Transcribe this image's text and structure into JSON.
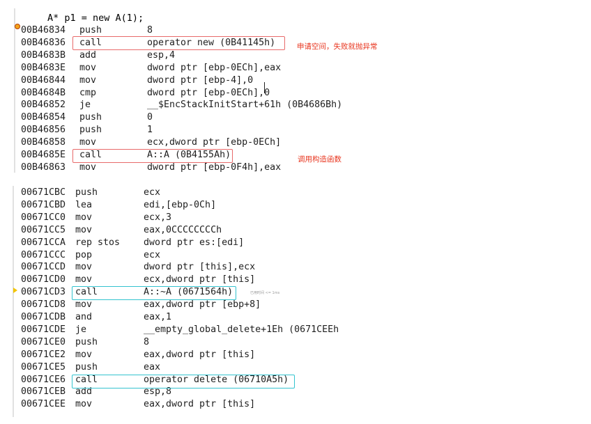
{
  "panel1": {
    "source_line": "A* p1 = new A(1);",
    "rows": [
      {
        "addr": "00B46834",
        "mn": "push",
        "op": "8"
      },
      {
        "addr": "00B46836",
        "mn": "call",
        "op": "operator new (0B41145h)"
      },
      {
        "addr": "00B4683B",
        "mn": "add",
        "op": "esp,4"
      },
      {
        "addr": "00B4683E",
        "mn": "mov",
        "op": "dword ptr [ebp-0ECh],eax"
      },
      {
        "addr": "00B46844",
        "mn": "mov",
        "op": "dword ptr [ebp-4],0"
      },
      {
        "addr": "00B4684B",
        "mn": "cmp",
        "op": "dword ptr [ebp-0ECh],0"
      },
      {
        "addr": "00B46852",
        "mn": "je",
        "op": "__$EncStackInitStart+61h (0B4686Bh)"
      },
      {
        "addr": "00B46854",
        "mn": "push",
        "op": "0"
      },
      {
        "addr": "00B46856",
        "mn": "push",
        "op": "1"
      },
      {
        "addr": "00B46858",
        "mn": "mov",
        "op": "ecx,dword ptr [ebp-0ECh]"
      },
      {
        "addr": "00B4685E",
        "mn": "call",
        "op": "A::A (0B4155Ah)"
      },
      {
        "addr": "00B46863",
        "mn": "mov",
        "op": "dword ptr [ebp-0F4h],eax"
      }
    ],
    "note_new": "申请空间，失败就抛异常",
    "note_ctor": "调用构造函数"
  },
  "panel2": {
    "rows": [
      {
        "addr": "00671CBC",
        "mn": "push",
        "op": "ecx"
      },
      {
        "addr": "00671CBD",
        "mn": "lea",
        "op": "edi,[ebp-0Ch]"
      },
      {
        "addr": "00671CC0",
        "mn": "mov",
        "op": "ecx,3"
      },
      {
        "addr": "00671CC5",
        "mn": "mov",
        "op": "eax,0CCCCCCCCh"
      },
      {
        "addr": "00671CCA",
        "mn": "rep stos",
        "op": "dword ptr es:[edi]"
      },
      {
        "addr": "00671CCC",
        "mn": "pop",
        "op": "ecx"
      },
      {
        "addr": "00671CCD",
        "mn": "mov",
        "op": "dword ptr [this],ecx"
      },
      {
        "addr": "00671CD0",
        "mn": "mov",
        "op": "ecx,dword ptr [this]"
      },
      {
        "addr": "00671CD3",
        "mn": "call",
        "op": "A::~A (0671564h)"
      },
      {
        "addr": "00671CD8",
        "mn": "mov",
        "op": "eax,dword ptr [ebp+8]"
      },
      {
        "addr": "00671CDB",
        "mn": "and",
        "op": "eax,1"
      },
      {
        "addr": "00671CDE",
        "mn": "je",
        "op": "__empty_global_delete+1Eh (0671CEEh"
      },
      {
        "addr": "00671CE0",
        "mn": "push",
        "op": "8"
      },
      {
        "addr": "00671CE2",
        "mn": "mov",
        "op": "eax,dword ptr [this]"
      },
      {
        "addr": "00671CE5",
        "mn": "push",
        "op": "eax"
      },
      {
        "addr": "00671CE6",
        "mn": "call",
        "op": "operator delete (06710A5h)"
      },
      {
        "addr": "00671CEB",
        "mn": "add",
        "op": "esp,8"
      },
      {
        "addr": "00671CEE",
        "mn": "mov",
        "op": "eax,dword ptr [this]"
      }
    ],
    "note_dtor": "已用时间 <= 1ms"
  },
  "colors": {
    "red_box": "#e86a6a",
    "cyan_box": "#33c3cf",
    "note_red": "#e8361f",
    "breakpoint": "#f3a41b",
    "ip_arrow": "#f2c400"
  }
}
